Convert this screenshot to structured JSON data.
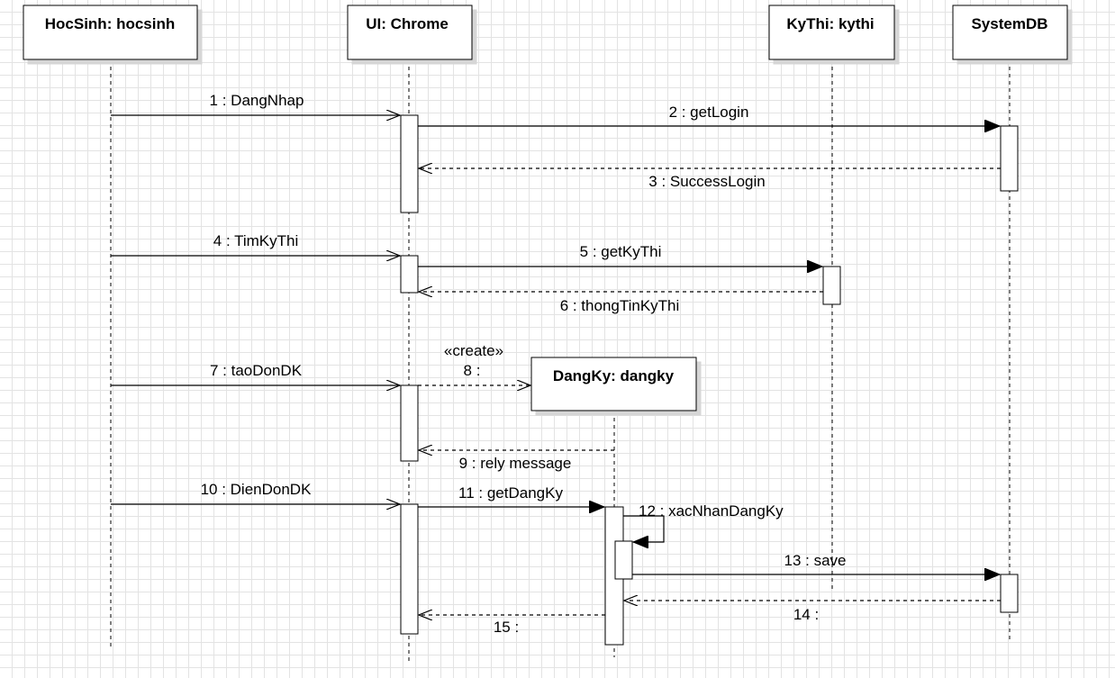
{
  "participants": [
    {
      "id": "hocsinh",
      "label": "HocSinh: hocsinh"
    },
    {
      "id": "chrome",
      "label": "UI: Chrome"
    },
    {
      "id": "kythi",
      "label": "KyThi: kythi"
    },
    {
      "id": "systemdb",
      "label": "SystemDB"
    },
    {
      "id": "dangky",
      "label": "DangKy: dangky"
    }
  ],
  "messages": [
    {
      "id": "m1",
      "label": "1 : DangNhap"
    },
    {
      "id": "m2",
      "label": "2 : getLogin"
    },
    {
      "id": "m3",
      "label": "3 : SuccessLogin"
    },
    {
      "id": "m4",
      "label": "4 : TimKyThi"
    },
    {
      "id": "m5",
      "label": "5 : getKyThi"
    },
    {
      "id": "m6",
      "label": "6 : thongTinKyThi"
    },
    {
      "id": "m7",
      "label": "7 : taoDonDK"
    },
    {
      "id": "m8",
      "label": "8 :",
      "stereotype": "«create»"
    },
    {
      "id": "m9",
      "label": "9 : rely message"
    },
    {
      "id": "m10",
      "label": "10 : DienDonDK"
    },
    {
      "id": "m11",
      "label": "11 : getDangKy"
    },
    {
      "id": "m12",
      "label": "12 : xacNhanDangKy"
    },
    {
      "id": "m13",
      "label": "13 : save"
    },
    {
      "id": "m14",
      "label": "14 :"
    },
    {
      "id": "m15",
      "label": "15 :"
    }
  ]
}
